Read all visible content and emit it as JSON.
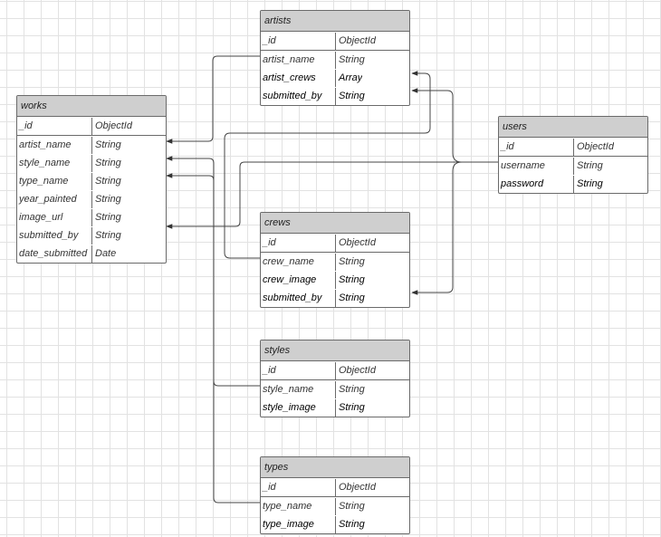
{
  "tables": [
    {
      "id": "artists",
      "title": "artists",
      "rows": [
        {
          "name": "_id",
          "type": "ObjectId"
        },
        {
          "name": "artist_name",
          "type": "String"
        },
        {
          "name": "artist_crews",
          "type": "Array"
        },
        {
          "name": "submitted_by",
          "type": "String"
        }
      ]
    },
    {
      "id": "works",
      "title": "works",
      "rows": [
        {
          "name": "_id",
          "type": "ObjectId"
        },
        {
          "name": "artist_name",
          "type": "String"
        },
        {
          "name": "style_name",
          "type": "String"
        },
        {
          "name": "type_name",
          "type": "String"
        },
        {
          "name": "year_painted",
          "type": "String"
        },
        {
          "name": "image_url",
          "type": "String"
        },
        {
          "name": "submitted_by",
          "type": "String"
        },
        {
          "name": "date_submitted",
          "type": "Date"
        }
      ]
    },
    {
      "id": "users",
      "title": "users",
      "rows": [
        {
          "name": "_id",
          "type": "ObjectId"
        },
        {
          "name": "username",
          "type": "String"
        },
        {
          "name": "password",
          "type": "String"
        }
      ]
    },
    {
      "id": "crews",
      "title": "crews",
      "rows": [
        {
          "name": "_id",
          "type": "ObjectId"
        },
        {
          "name": "crew_name",
          "type": "String"
        },
        {
          "name": "crew_image",
          "type": "String"
        },
        {
          "name": "submitted_by",
          "type": "String"
        }
      ]
    },
    {
      "id": "styles",
      "title": "styles",
      "rows": [
        {
          "name": "_id",
          "type": "ObjectId"
        },
        {
          "name": "style_name",
          "type": "String"
        },
        {
          "name": "style_image",
          "type": "String"
        }
      ]
    },
    {
      "id": "types",
      "title": "types",
      "rows": [
        {
          "name": "_id",
          "type": "ObjectId"
        },
        {
          "name": "type_name",
          "type": "String"
        },
        {
          "name": "type_image",
          "type": "String"
        }
      ]
    }
  ],
  "relationships": [
    {
      "from": "artists.artist_name",
      "to": "works.artist_name"
    },
    {
      "from": "styles.style_name",
      "to": "works.style_name"
    },
    {
      "from": "types.type_name",
      "to": "works.type_name"
    },
    {
      "from": "users.username",
      "to": "works.submitted_by"
    },
    {
      "from": "users.username",
      "to": "artists.submitted_by"
    },
    {
      "from": "users.username",
      "to": "crews.submitted_by"
    },
    {
      "from": "crews.crew_name",
      "to": "artists.artist_crews"
    }
  ],
  "colors": {
    "header_fill": "#cfcfcf",
    "border": "#6a6a6a",
    "line": "#444444",
    "grid": "#e2e2e2"
  }
}
